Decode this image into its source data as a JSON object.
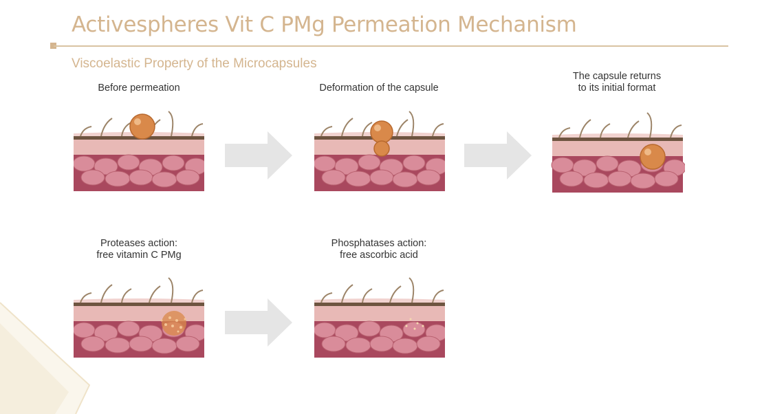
{
  "title": "Activespheres Vit C PMg Permeation Mechanism",
  "subtitle": "Viscoelastic Property of the Microcapsules",
  "colors": {
    "accent": "#d4b58f",
    "skin_top": "#e6b8b8",
    "cell": "#d98c9a",
    "capsule": "#d9894a",
    "arrow": "#e5e5e5",
    "hair": "#9c8468"
  },
  "steps": [
    {
      "caption_lines": [
        "Before permeation"
      ]
    },
    {
      "caption_lines": [
        "Deformation of the capsule"
      ]
    },
    {
      "caption_lines": [
        "The capsule returns",
        "to its initial format"
      ]
    },
    {
      "caption_lines": [
        "Proteases action:",
        "free vitamin C PMg"
      ]
    },
    {
      "caption_lines": [
        "Phosphatases action:",
        "free ascorbic acid"
      ]
    }
  ]
}
